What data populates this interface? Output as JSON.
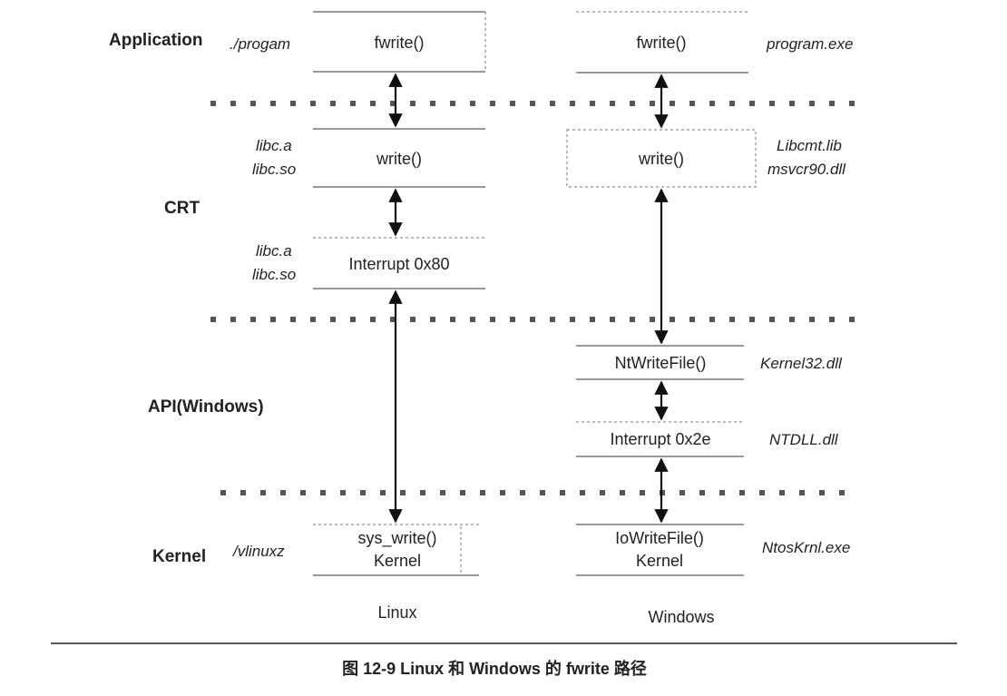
{
  "layers": {
    "application": "Application",
    "crt": "CRT",
    "api": "API(Windows)",
    "kernel": "Kernel"
  },
  "linux": {
    "label": "Linux",
    "app_file": "./progam",
    "fwrite": "fwrite()",
    "write": "write()",
    "write_lib_1": "libc.a",
    "write_lib_2": "libc.so",
    "interrupt": "Interrupt 0x80",
    "interrupt_lib_1": "libc.a",
    "interrupt_lib_2": "libc.so",
    "sys_write": "sys_write()",
    "kernel_box": "Kernel",
    "kernel_file": "/vlinuxz"
  },
  "windows": {
    "label": "Windows",
    "app_file": "program.exe",
    "fwrite": "fwrite()",
    "write": "write()",
    "write_lib_1": "Libcmt.lib",
    "write_lib_2": "msvcr90.dll",
    "ntwritefile": "NtWriteFile()",
    "ntwritefile_lib": "Kernel32.dll",
    "interrupt": "Interrupt 0x2e",
    "interrupt_lib": "NTDLL.dll",
    "iowritefile": "IoWriteFile()",
    "kernel_box": "Kernel",
    "kernel_file": "NtosKrnl.exe"
  },
  "caption": "图 12-9   Linux 和 Windows 的 fwrite 路径"
}
